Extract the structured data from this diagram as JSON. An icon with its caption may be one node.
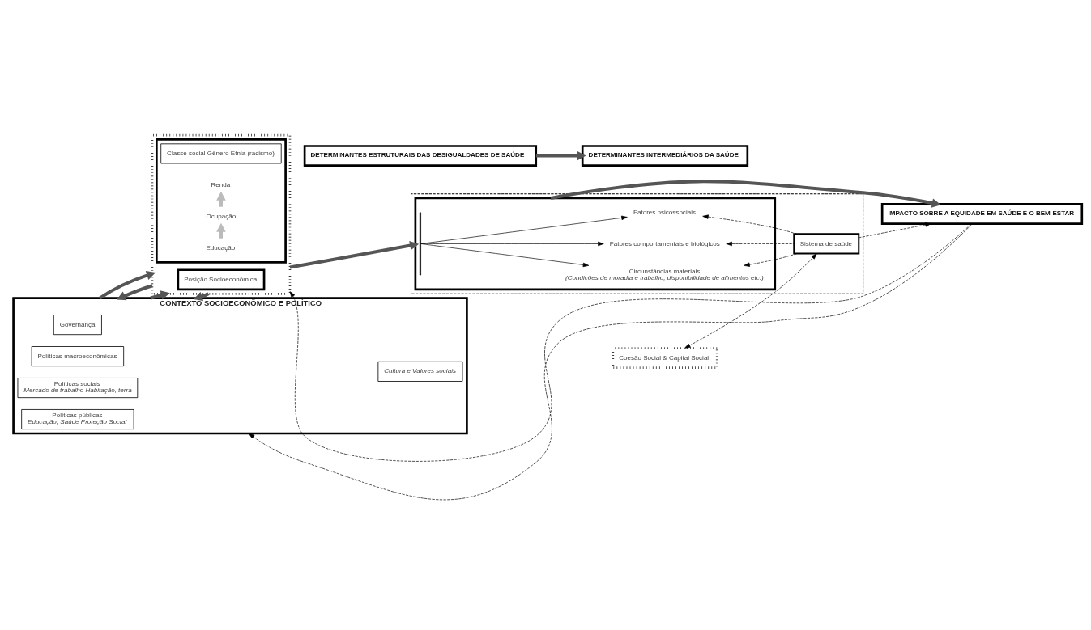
{
  "diagram": {
    "nodes": [
      {
        "text": [
          "CONTEXTO SOCIOECONÔMICO E POLÍTICO"
        ]
      },
      {
        "text": [
          "Governança"
        ],
        "in": 0
      },
      {
        "text": [
          "Políticas macroeconômicas"
        ],
        "in": 0
      },
      {
        "text": [
          "Políticas sociais",
          "Mercado de trabalho Habitação, terra"
        ],
        "in": 0
      },
      {
        "text": [
          "Políticas públicas",
          "Educação, Saúde Proteção Social"
        ],
        "in": 0
      },
      {
        "text": [
          "Cultura e Valores sociais"
        ],
        "in": 0
      },
      {
        "text": [],
        "shape": "box"
      },
      {
        "text": [
          "Posição Socioeconômica"
        ],
        "in": 6
      },
      {
        "text": [],
        "shape": "box",
        "in": 6
      },
      {
        "text": [
          "Classe social Gênero Etnia (racismo)"
        ],
        "in": 8
      },
      {
        "text": [
          "Educação"
        ],
        "in": 8
      },
      {
        "text": [
          "Ocupação"
        ],
        "in": 8
      },
      {
        "text": [
          "Renda"
        ],
        "in": 8
      },
      {
        "text": [
          "DETERMINANTES ESTRUTURAIS DAS DESIGUALDADES DE SAÚDE"
        ]
      },
      {
        "text": [],
        "shape": "box"
      },
      {
        "text": [],
        "shape": "box",
        "in": 14
      },
      {
        "text": [],
        "shape": "bar",
        "in": 15
      },
      {
        "text": [
          "Circunstâncias materiais",
          "(Condições de moradia e trabalho, disponibilidade de alimentos etc.)"
        ],
        "in": 15
      },
      {
        "text": [
          "Fatores comportamentais e biológicos"
        ],
        "in": 15
      },
      {
        "text": [
          "Fatores psicossociais"
        ],
        "in": 15
      },
      {
        "text": [
          "Coesão Social & Capital Social"
        ]
      },
      {
        "text": [
          "Sistema de saúde"
        ],
        "in": 14
      },
      {
        "text": [
          "DETERMINANTES INTERMEDIÁRIOS DA SAÚDE"
        ]
      },
      {
        "text": [
          "IMPACTO SOBRE A EQUIDADE EM SAÚDE E O BEM-ESTAR"
        ]
      }
    ],
    "edges": [
      {
        "from": 23,
        "to": 0,
        "arrow": "to",
        "style": "dashed"
      },
      {
        "from": 23,
        "to": 6,
        "arrow": "to",
        "style": "dashed"
      },
      {
        "from": 6,
        "to": 0,
        "arrow": "to",
        "style": "thick",
        "color": "#555555"
      },
      {
        "from": 0,
        "to": 6,
        "arrow": "to",
        "style": "thick",
        "color": "#555555"
      },
      {
        "from": 6,
        "to": 0,
        "arrow": "to",
        "style": "thick",
        "color": "#555555"
      },
      {
        "from": 0,
        "to": 6,
        "arrow": "to",
        "style": "thick",
        "color": "#555555"
      },
      {
        "from": 10,
        "to": 11,
        "arrow": "to",
        "style": "thick",
        "color": "#bbbbbb"
      },
      {
        "from": 11,
        "to": 12,
        "arrow": "to",
        "style": "thick",
        "color": "#bbbbbb"
      },
      {
        "from": 6,
        "to": 15,
        "arrow": "to",
        "style": "thick",
        "color": "#555555"
      },
      {
        "from": 16,
        "to": 17,
        "arrow": "to"
      },
      {
        "from": 16,
        "to": 18,
        "arrow": "to"
      },
      {
        "from": 16,
        "to": 19,
        "arrow": "to"
      },
      {
        "from": 21,
        "to": 17,
        "arrow": "to",
        "style": "dashed"
      },
      {
        "from": 21,
        "to": 18,
        "arrow": "to",
        "style": "dashed"
      },
      {
        "from": 21,
        "to": 19,
        "arrow": "to",
        "style": "dashed"
      },
      {
        "from": 21,
        "to": 20,
        "arrow": "both",
        "style": "dashed"
      },
      {
        "from": 15,
        "to": 23,
        "arrow": "to",
        "style": "thick",
        "color": "#555555"
      },
      {
        "from": 21,
        "to": 23,
        "arrow": "to",
        "style": "dashed"
      },
      {
        "from": 13,
        "to": 22,
        "arrow": "to",
        "style": "thick",
        "color": "#555555"
      }
    ]
  }
}
